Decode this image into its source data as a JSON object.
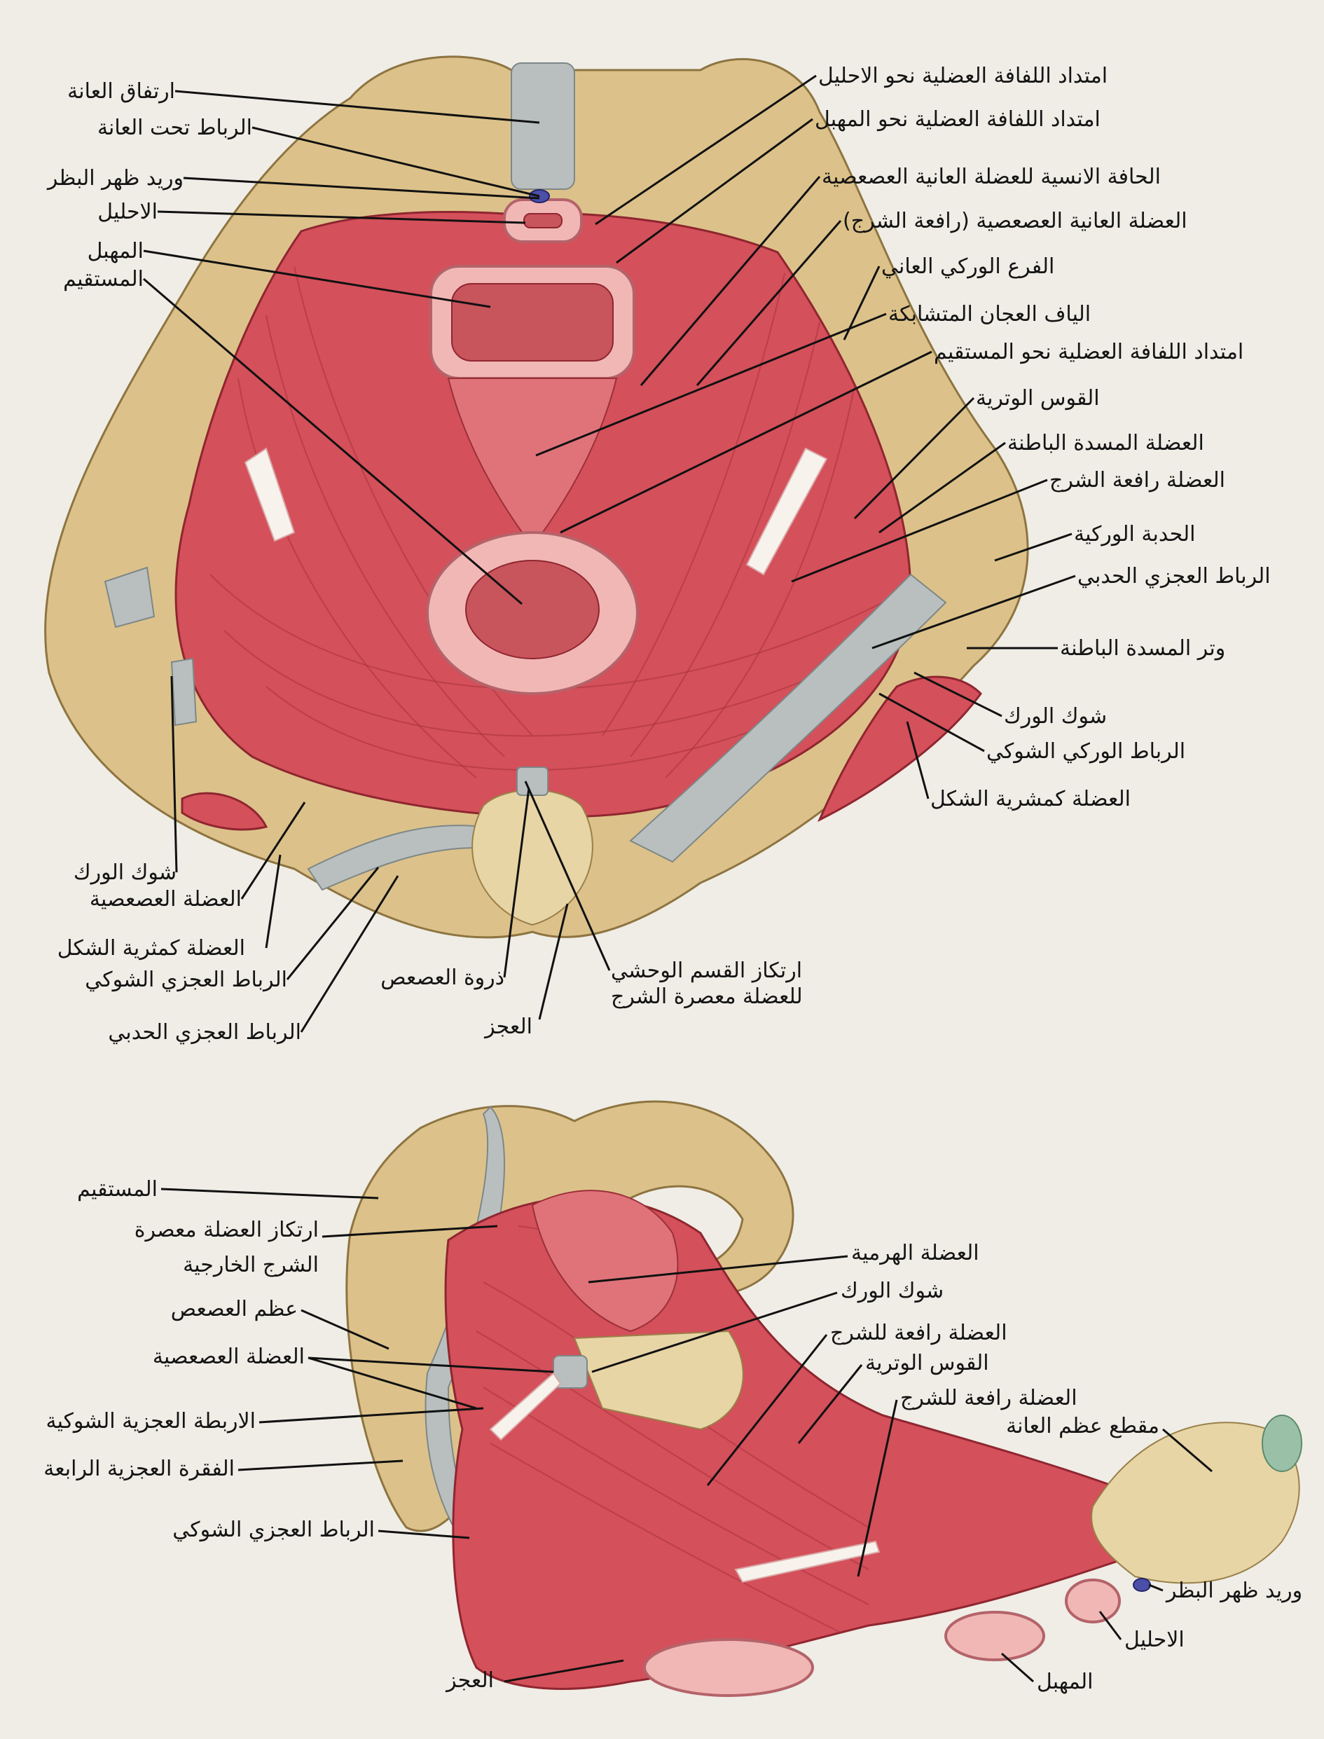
{
  "top": {
    "labels_left": [
      "ارتفاق العانة",
      "الرباط تحت العانة",
      "وريد ظهر البظر",
      "الاحليل",
      "المهبل",
      "المستقيم",
      "شوك الورك",
      "العضلة العصعصية",
      "العضلة كمثرية الشكل",
      "الرباط العجزي الشوكي",
      "الرباط العجزي الحدبي"
    ],
    "labels_right": [
      "امتداد اللفافة العضلية نحو الاحليل",
      "امتداد اللفافة العضلية نحو المهبل",
      "الحافة الانسية للعضلة العانية العصعصية",
      "العضلة العانية العصعصية (رافعة الشرج)",
      "الفرع الوركي العاني",
      "الياف العجان المتشابكة",
      "امتداد اللفافة العضلية نحو المستقيم",
      "القوس الوترية",
      "العضلة المسدة الباطنة",
      "العضلة رافعة الشرج",
      "الحدبة الوركية",
      "الرباط العجزي الحدبي",
      "وتر المسدة الباطنة",
      "شوك الورك",
      "الرباط الوركي الشوكي",
      "العضلة كمشرية الشكل"
    ],
    "labels_bottom": [
      "ذروة العصعص",
      "العجز",
      "ارتكاز القسم الوحشي",
      "للعضلة معصرة الشرج"
    ]
  },
  "bottom": {
    "labels_left": [
      "المستقيم",
      "ارتكاز العضلة معصرة",
      "الشرج الخارجية",
      "عظم العصعص",
      "العضلة العصعصية",
      "الاربطة العجزية الشوكية",
      "الفقرة العجزية الرابعة",
      "الرباط العجزي الشوكي",
      "العجز"
    ],
    "labels_right": [
      "العضلة الهرمية",
      "شوك الورك",
      "العضلة رافعة للشرج",
      "القوس الوترية",
      "العضلة رافعة للشرج",
      "مقطع عظم العانة",
      "وريد ظهر البظر",
      "الاحليل",
      "المهبل"
    ]
  }
}
